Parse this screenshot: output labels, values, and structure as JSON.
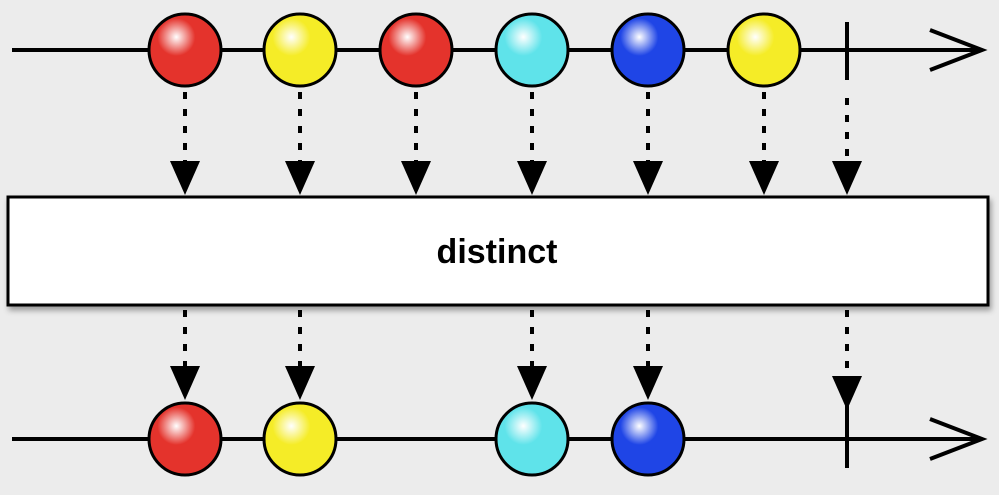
{
  "operator": {
    "label": "distinct"
  },
  "input_stream": {
    "items": [
      {
        "color": "red"
      },
      {
        "color": "yellow"
      },
      {
        "color": "red"
      },
      {
        "color": "cyan"
      },
      {
        "color": "blue"
      },
      {
        "color": "yellow"
      }
    ],
    "completes": true
  },
  "output_stream": {
    "items": [
      {
        "color": "red"
      },
      {
        "color": "yellow"
      },
      {
        "color": "cyan"
      },
      {
        "color": "blue"
      }
    ],
    "completes": true
  },
  "colors": {
    "background": "#ececec",
    "line": "#000000",
    "operator_fill": "#ffffff",
    "red": "#e4332c",
    "yellow": "#f5ec27",
    "cyan": "#5fe3ea",
    "blue": "#1f45e6"
  }
}
